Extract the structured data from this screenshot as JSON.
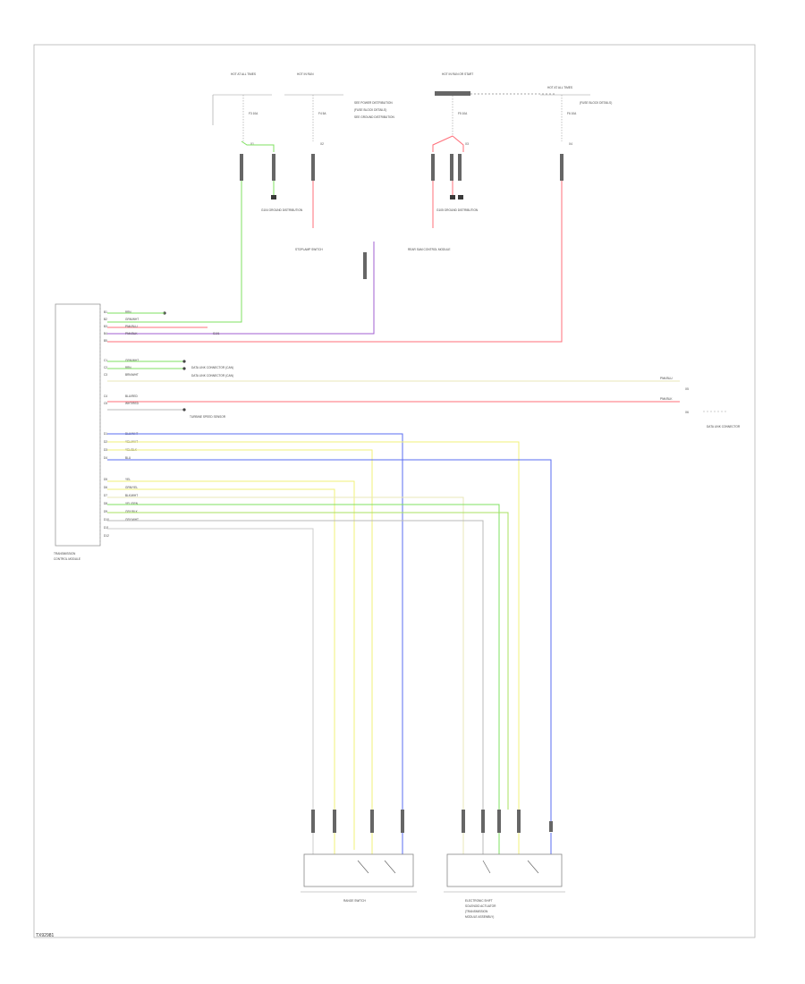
{
  "figure_id": "TX92981",
  "module": {
    "label_line1": "TRANSMISSION",
    "label_line2": "CONTROL MODULE"
  },
  "fuse_blocks": [
    {
      "title": "HOT AT ALL TIMES",
      "fuse": "F3 10A"
    },
    {
      "title": "HOT IN RUN",
      "fuse": "F4 5A"
    },
    {
      "title": "HOT IN RUN OR START",
      "fuse": "F5 10A"
    },
    {
      "title": "HOT AT ALL TIMES",
      "fuse": "F6 10A"
    }
  ],
  "fuse_notes": [
    "SEE POWER DISTRIBUTION",
    "(FUSE BLOCK DETAILS)",
    "SEE GROUND DISTRIBUTION"
  ],
  "connector_labels": [
    "X1",
    "X2",
    "X3",
    "X4",
    "X5",
    "X6"
  ],
  "components": {
    "ground_left": "G104 GROUND DISTRIBUTION",
    "ground_right": "G105 GROUND DISTRIBUTION",
    "brake_switch": "STOPLAMP SWITCH",
    "rear_sam": "REAR SAM CONTROL MODULE",
    "can_note_1": "DATA LINK CONNECTOR (CAN)",
    "can_note_2": "DATA LINK CONNECTOR (CAN)",
    "speed_sensor_note": "TURBINE SPEED SENSOR",
    "range_switch": "RANGE SWITCH",
    "actuator_line1": "ELECTRONIC SHIFT",
    "actuator_line2": "SOLENOID ACTUATOR",
    "actuator_line3": "(TRANSMISSION",
    "actuator_line4": "MODULE ASSEMBLY)",
    "right_connector": "DATA LINK CONNECTOR",
    "splice": "S101"
  },
  "wire_colors": {
    "green": "#7fe060",
    "red": "#ff6f7a",
    "purple": "#a15fd0",
    "yellow": "#f2f27a",
    "blue": "#5a6cf0",
    "olive": "#9a9a40",
    "gray": "#b8b8b8",
    "pale": "#e9e7b8",
    "frame": "#b0b0b0"
  },
  "pin_labels": [
    "B1",
    "B2",
    "B3",
    "B4",
    "B5",
    "C1",
    "C2",
    "C3",
    "C4",
    "C5",
    "C6",
    "D1",
    "D2",
    "D3",
    "D4",
    "D5",
    "D6",
    "D7",
    "D8",
    "D9",
    "D10",
    "D11",
    "D12"
  ],
  "wire_tags": [
    "BRN",
    "GRN/WHT",
    "PNK/BLU",
    "PNK/BLK",
    "GRN/WHT",
    "BRN",
    "BRN/WHT",
    "BLU/RED",
    "WHT/RED",
    "BLU/WHT",
    "YEL/WHT",
    "YEL/BLK",
    "BLU",
    "YEL",
    "GRN/YEL",
    "BLK/WHT",
    "YEL/GRN",
    "GRY/BLK",
    "GRY/WHT"
  ]
}
